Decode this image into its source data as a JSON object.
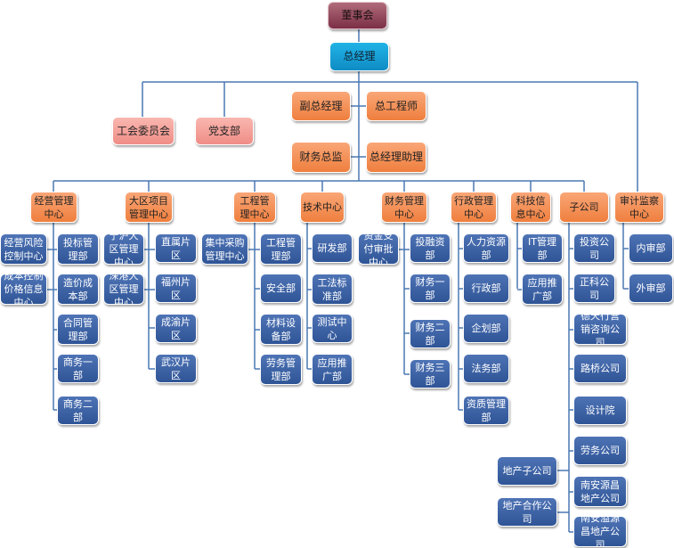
{
  "chart": {
    "top": {
      "label": "董事会"
    },
    "gm": {
      "label": "总经理"
    },
    "union": {
      "label": "工会委员会"
    },
    "party": {
      "label": "党支部"
    },
    "deputy_gm": {
      "label": "副总经理"
    },
    "chief_engineer": {
      "label": "总工程师"
    },
    "cfo": {
      "label": "财务总监"
    },
    "gm_assistant": {
      "label": "总经理助理"
    },
    "centers": [
      {
        "label": "经营管理中心",
        "subs": [
          "经营风险控制中心",
          "成本控制价格信息中心"
        ],
        "depts": [
          "投标管理部",
          "造价成本部",
          "合同管理部",
          "商务一部",
          "商务二部"
        ]
      },
      {
        "label": "大区项目管理中心",
        "subs": [
          "宁沪大区管理中心",
          "深港大区管理中心"
        ],
        "depts": [
          "直属片区",
          "福州片区",
          "成渝片区",
          "武汉片区"
        ]
      },
      {
        "label": "工程管理中心",
        "subs": [
          "集中采购管理中心"
        ],
        "depts": [
          "工程管理部",
          "安全部",
          "材料设备部",
          "劳务管理部"
        ]
      },
      {
        "label": "技术中心",
        "subs": [],
        "depts": [
          "研发部",
          "工法标准部",
          "测试中心",
          "应用推广部"
        ]
      },
      {
        "label": "财务管理中心",
        "subs": [
          "资金支付审批中心"
        ],
        "depts": [
          "投融资部",
          "财务一部",
          "财务二部",
          "财务三部"
        ]
      },
      {
        "label": "行政管理中心",
        "subs": [],
        "depts": [
          "人力资源部",
          "行政部",
          "企划部",
          "法务部",
          "资质管理部"
        ]
      },
      {
        "label": "科技信息中心",
        "subs": [],
        "depts": [
          "IT管理部",
          "应用推广部"
        ]
      },
      {
        "label": "子公司",
        "subs": [
          "地产子公司",
          "地产合作公司"
        ],
        "depts": [
          "投资公司",
          "正科公司",
          "德天行营销咨询公司",
          "路桥公司",
          "设计院",
          "劳务公司",
          "南安源昌地产公司",
          "南安溢源昌地产公司"
        ]
      },
      {
        "label": "审计监察中心",
        "subs": [],
        "depts": [
          "内审部",
          "外审部"
        ]
      }
    ]
  },
  "colors": {
    "line": "#4a78b4",
    "blue": "#2f5597",
    "orange": "#ef8143",
    "pink": "#f4a09a",
    "teal": "#149bd4",
    "maroon": "#8b3a50"
  }
}
